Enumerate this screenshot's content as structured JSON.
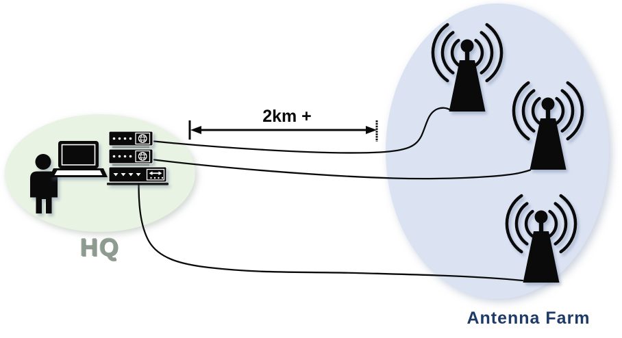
{
  "hq": {
    "label": "HQ",
    "label_color": "#8e9c90",
    "ellipse_color": "#e9f3e3",
    "icons": [
      "person-icon",
      "laptop-icon"
    ],
    "devices": [
      {
        "name": "router-1",
        "icon": "globe-icon"
      },
      {
        "name": "router-2",
        "icon": "globe-icon"
      },
      {
        "name": "switch",
        "icon": "bidirectional-arrow-icon"
      }
    ]
  },
  "distance": {
    "label": "2km +",
    "style": "double-headed-arrow-with-end-bars"
  },
  "antenna_farm": {
    "label": "Antenna Farm",
    "label_color": "#1d3b66",
    "ellipse_color": "#dbe3f3",
    "antennas": [
      {
        "name": "antenna-1",
        "icon": "radio-tower-icon"
      },
      {
        "name": "antenna-2",
        "icon": "radio-tower-icon"
      },
      {
        "name": "antenna-3",
        "icon": "radio-tower-icon"
      }
    ]
  },
  "connections": [
    {
      "from": "router-1",
      "to": "antenna-1"
    },
    {
      "from": "router-2",
      "to": "antenna-2"
    },
    {
      "from": "switch",
      "to": "antenna-3"
    }
  ],
  "line_color": "#0a0a0a"
}
